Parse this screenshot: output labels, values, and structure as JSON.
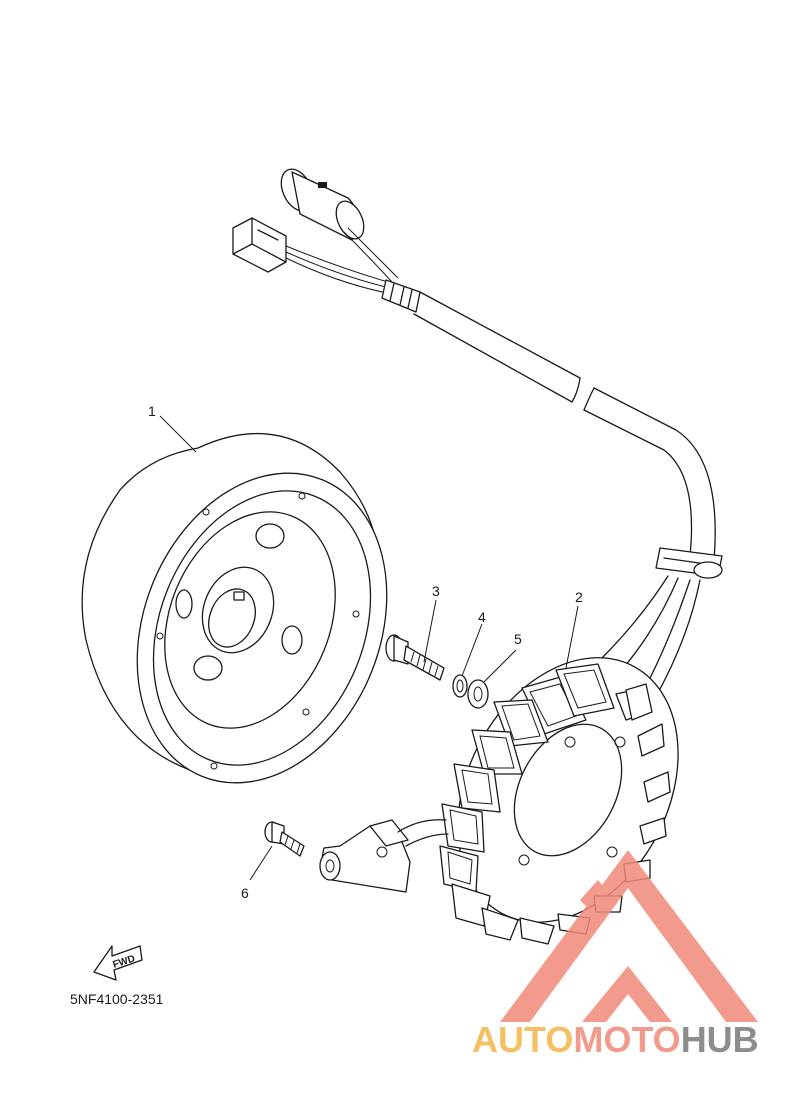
{
  "callouts": {
    "c1": "1",
    "c2": "2",
    "c3": "3",
    "c4": "4",
    "c5": "5",
    "c6": "6"
  },
  "diagram_code": "5NF4100-2351",
  "fwd_label": "FWD",
  "watermark": {
    "part1": "AUTO",
    "part2": "MOTO",
    "part3": "HUB",
    "colors": {
      "auto": "#f5b54a",
      "moto": "#f08a7a",
      "hub": "#7a7a7a",
      "logo": "#f08a7a"
    }
  }
}
